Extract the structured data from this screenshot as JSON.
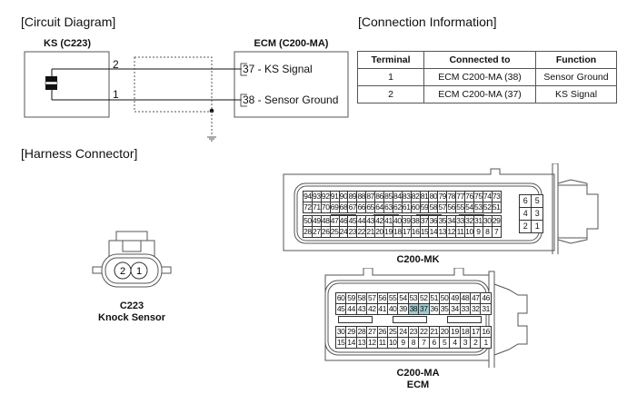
{
  "sections": {
    "circuit_diagram": "[Circuit Diagram]",
    "connection_info": "[Connection Information]",
    "harness_connector": "[Harness Connector]"
  },
  "circuit": {
    "sensor_label": "KS (C223)",
    "ecm_label": "ECM (C200-MA)",
    "wires": [
      {
        "sensor_pin": "2",
        "ecm_text": "37 - KS Signal"
      },
      {
        "sensor_pin": "1",
        "ecm_text": "38 - Sensor Ground"
      }
    ],
    "shield_ground": "ground-icon"
  },
  "connection_table": {
    "headers": [
      "Terminal",
      "Connected to",
      "Function"
    ],
    "rows": [
      [
        "1",
        "ECM C200-MA (38)",
        "Sensor Ground"
      ],
      [
        "2",
        "ECM C200-MA (37)",
        "KS Signal"
      ]
    ]
  },
  "connectors": {
    "c223": {
      "pins": [
        "2",
        "1"
      ],
      "name": "C223",
      "desc": "Knock Sensor"
    },
    "c200_mk": {
      "name": "C200-MK",
      "rows": [
        [
          "94",
          "93",
          "92",
          "91",
          "90",
          "89",
          "88",
          "87",
          "86",
          "85",
          "84",
          "83",
          "82",
          "81",
          "80",
          "79",
          "78",
          "77",
          "76",
          "75",
          "74",
          "73"
        ],
        [
          "72",
          "71",
          "70",
          "69",
          "68",
          "67",
          "66",
          "65",
          "64",
          "63",
          "62",
          "61",
          "60",
          "59",
          "58",
          "57",
          "56",
          "55",
          "54",
          "53",
          "52",
          "51"
        ],
        [
          "50",
          "49",
          "48",
          "47",
          "46",
          "45",
          "44",
          "43",
          "42",
          "41",
          "40",
          "39",
          "38",
          "37",
          "36",
          "35",
          "34",
          "33",
          "32",
          "31",
          "30",
          "29"
        ],
        [
          "28",
          "27",
          "26",
          "25",
          "24",
          "23",
          "22",
          "21",
          "20",
          "19",
          "18",
          "17",
          "16",
          "15",
          "14",
          "13",
          "12",
          "11",
          "10",
          "9",
          "8",
          "7"
        ]
      ],
      "side_pins": [
        [
          "6",
          "5"
        ],
        [
          "4",
          "3"
        ],
        [
          "2",
          "1"
        ]
      ]
    },
    "c200_ma": {
      "name": "C200-MA",
      "desc": "ECM",
      "rows": [
        [
          "60",
          "59",
          "58",
          "57",
          "56",
          "55",
          "54",
          "53",
          "52",
          "51",
          "50",
          "49",
          "48",
          "47",
          "46"
        ],
        [
          "45",
          "44",
          "43",
          "42",
          "41",
          "40",
          "39",
          "38",
          "37",
          "36",
          "35",
          "34",
          "33",
          "32",
          "31"
        ],
        [
          "30",
          "29",
          "28",
          "27",
          "26",
          "25",
          "24",
          "23",
          "22",
          "21",
          "20",
          "19",
          "18",
          "17",
          "16"
        ],
        [
          "15",
          "14",
          "13",
          "12",
          "11",
          "10",
          "9",
          "8",
          "7",
          "6",
          "5",
          "4",
          "3",
          "2",
          "1"
        ]
      ],
      "highlighted_pins": [
        "38",
        "37"
      ],
      "highlight_color": "#9fcbd1"
    }
  }
}
